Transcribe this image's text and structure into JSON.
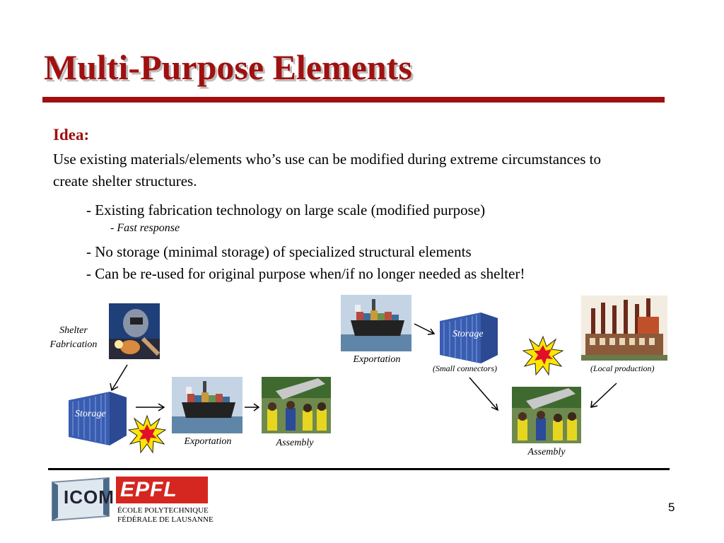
{
  "slide": {
    "title": "Multi-Purpose Elements",
    "idea_label": "Idea:",
    "idea_text": "Use existing materials/elements who’s use can be modified during extreme circumstances to create shelter structures.",
    "bullets": [
      "- Existing fabrication technology on large scale (modified purpose)",
      "- No storage (minimal storage) of specialized structural elements",
      "- Can be re-used for original purpose when/if no longer needed as shelter!"
    ],
    "sub_bullet": "- Fast response",
    "page_number": "5"
  },
  "diagram_left": {
    "shelter_fabrication_line1": "Shelter",
    "shelter_fabrication_line2": "Fabrication",
    "storage_label": "Storage",
    "exportation_label": "Exportation",
    "assembly_label": "Assembly"
  },
  "diagram_right": {
    "exportation_label": "Exportation",
    "storage_label": "Storage",
    "small_connectors_label": "(Small connectors)",
    "local_production_label": "(Local production)",
    "assembly_label": "Assembly"
  },
  "footer": {
    "icom_logo_text": "ICOM",
    "epfl_logo_text": "EPFL",
    "epfl_line1": "ÉCOLE POLYTECHNIQUE",
    "epfl_line2": "FÉDÉRALE DE LAUSANNE"
  },
  "colors": {
    "accent": "#a01010",
    "container_blue": "#3a5db0",
    "epfl_red": "#d62620",
    "explosion_red": "#e0102a",
    "explosion_yellow": "#ffe600"
  }
}
